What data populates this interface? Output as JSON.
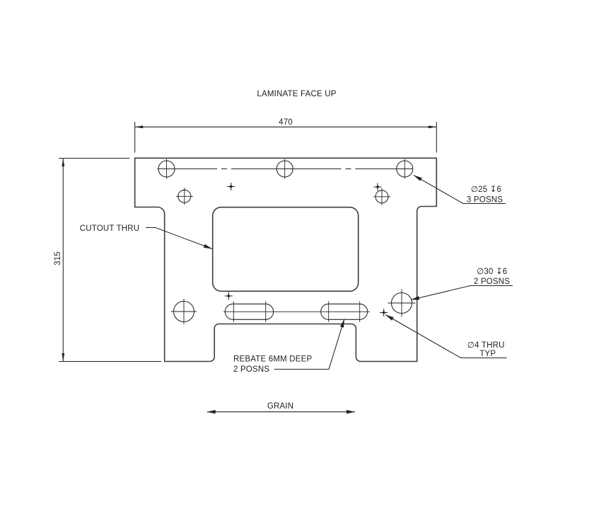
{
  "title": "LAMINATE FACE UP",
  "dims": {
    "width": "470",
    "height": "315"
  },
  "labels": {
    "cutout": "CUTOUT THRU",
    "hole25": {
      "line1": "∅25 ↧6",
      "line2": "3 POSNS"
    },
    "hole30": {
      "line1": "∅30 ↧6",
      "line2": "2 POSNS"
    },
    "hole4": {
      "line1": "∅4 THRU",
      "line2": "TYP"
    },
    "rebate": {
      "line1": "REBATE 6MM DEEP",
      "line2": "2 POSNS"
    },
    "grain": "GRAIN"
  },
  "colors": {
    "line": "#222222",
    "background": "#ffffff"
  }
}
